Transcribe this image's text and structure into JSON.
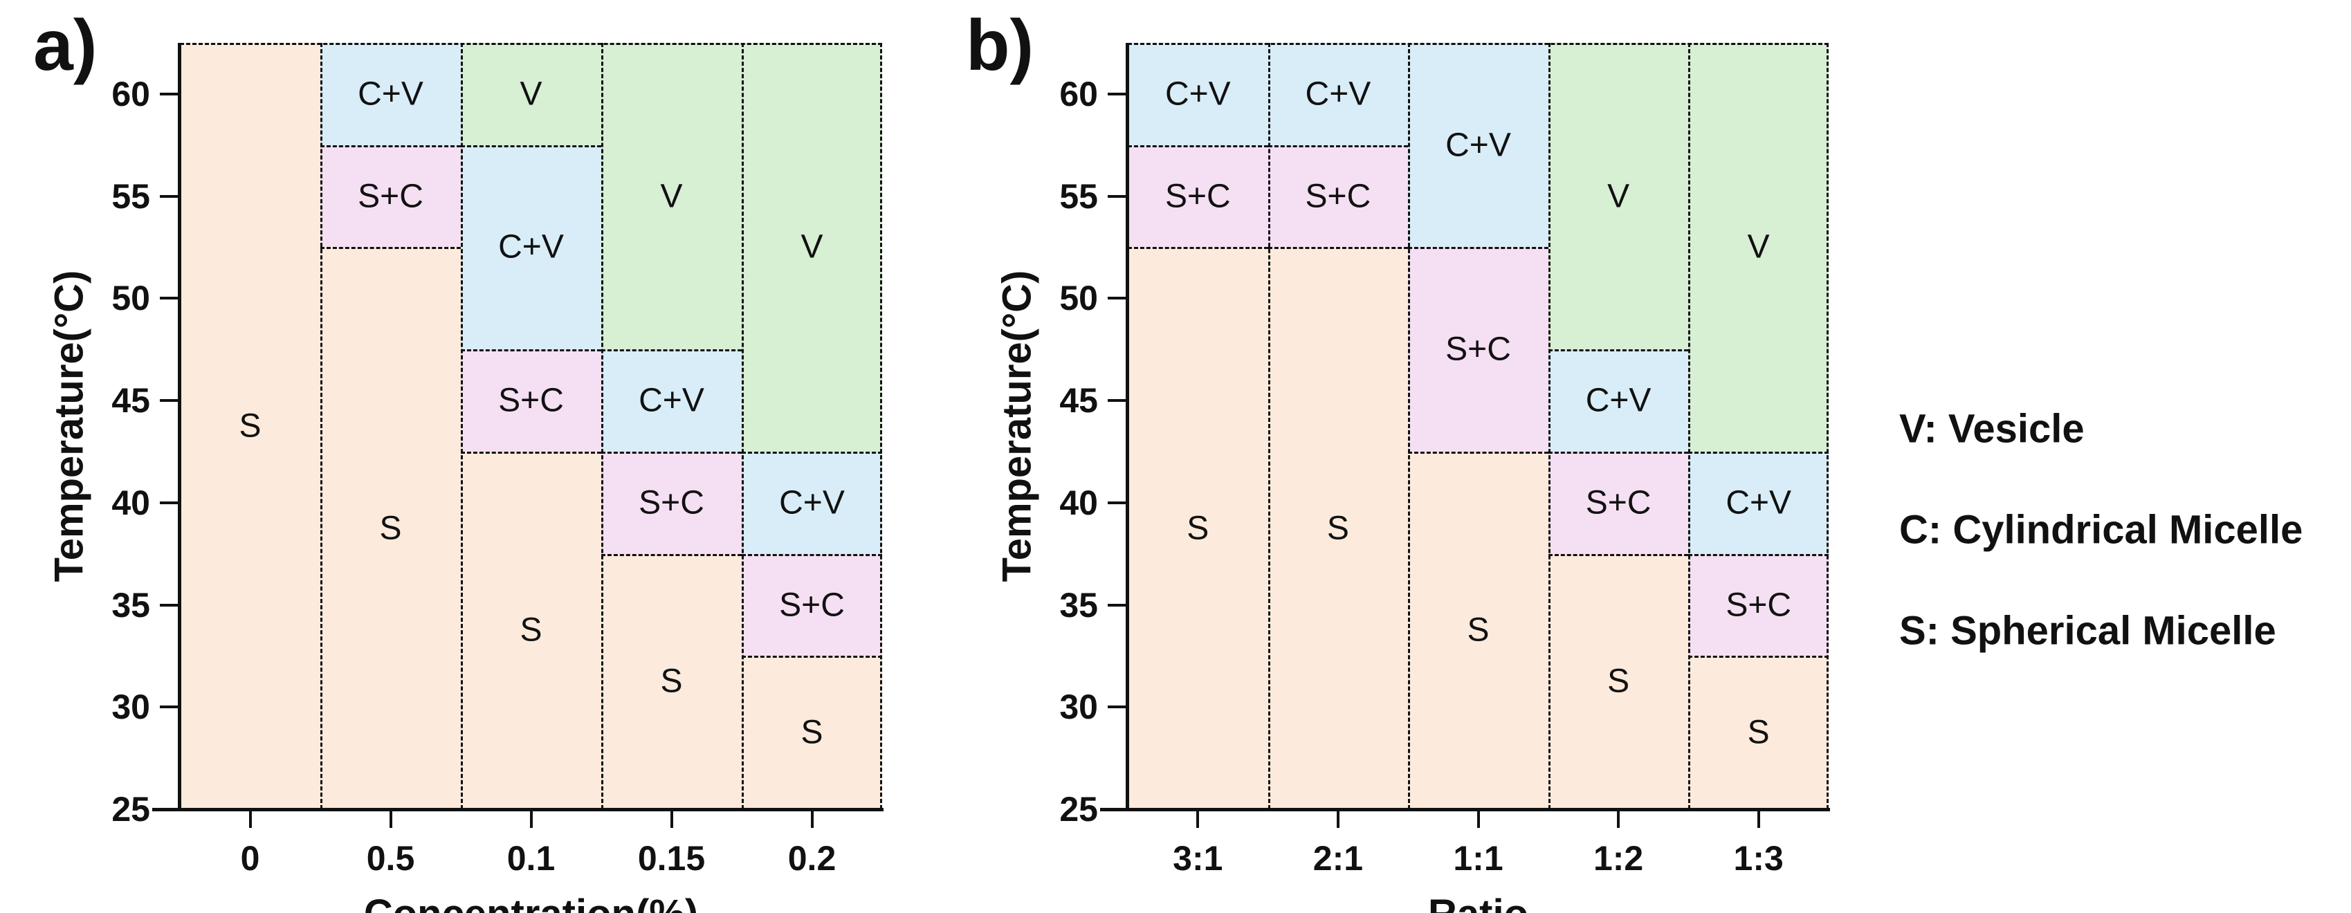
{
  "figure": {
    "background": "#ffffff",
    "line_color": "#111111"
  },
  "colors": {
    "S": "#fcebdc",
    "S+C": "#f5dff2",
    "C+V": "#d8edf8",
    "V": "#d7efd3"
  },
  "legend": {
    "lines": [
      {
        "label": "V: Vesicle"
      },
      {
        "label": "C: Cylindrical Micelle"
      },
      {
        "label": "S: Spherical Micelle"
      }
    ]
  },
  "chart_data": [
    {
      "panel_label": "a)",
      "type": "heatmap",
      "subtype": "phase-diagram-stacked-regions",
      "title": "",
      "xlabel": "Concentration(%)",
      "ylabel": "Temperature(°C)",
      "ylim": [
        25,
        62.5
      ],
      "y_ticks": [
        25,
        30,
        35,
        40,
        45,
        50,
        55,
        60
      ],
      "x_categories": [
        "0",
        "0.5",
        "0.1",
        "0.15",
        "0.2"
      ],
      "columns": [
        {
          "category": "0",
          "regions": [
            {
              "phase": "S",
              "from": 25,
              "to": 62.5
            }
          ]
        },
        {
          "category": "0.5",
          "regions": [
            {
              "phase": "S",
              "from": 25,
              "to": 52.5
            },
            {
              "phase": "S+C",
              "from": 52.5,
              "to": 57.5
            },
            {
              "phase": "C+V",
              "from": 57.5,
              "to": 62.5
            }
          ]
        },
        {
          "category": "0.1",
          "regions": [
            {
              "phase": "S",
              "from": 25,
              "to": 42.5
            },
            {
              "phase": "S+C",
              "from": 42.5,
              "to": 47.5
            },
            {
              "phase": "C+V",
              "from": 47.5,
              "to": 57.5
            },
            {
              "phase": "V",
              "from": 57.5,
              "to": 62.5
            }
          ]
        },
        {
          "category": "0.15",
          "regions": [
            {
              "phase": "S",
              "from": 25,
              "to": 37.5
            },
            {
              "phase": "S+C",
              "from": 37.5,
              "to": 42.5
            },
            {
              "phase": "C+V",
              "from": 42.5,
              "to": 47.5
            },
            {
              "phase": "V",
              "from": 47.5,
              "to": 62.5
            }
          ]
        },
        {
          "category": "0.2",
          "regions": [
            {
              "phase": "S",
              "from": 25,
              "to": 32.5
            },
            {
              "phase": "S+C",
              "from": 32.5,
              "to": 37.5
            },
            {
              "phase": "C+V",
              "from": 37.5,
              "to": 42.5
            },
            {
              "phase": "V",
              "from": 42.5,
              "to": 62.5
            }
          ]
        }
      ]
    },
    {
      "panel_label": "b)",
      "type": "heatmap",
      "subtype": "phase-diagram-stacked-regions",
      "title": "",
      "xlabel": "Ratio",
      "ylabel": "Temperature(°C)",
      "ylim": [
        25,
        62.5
      ],
      "y_ticks": [
        25,
        30,
        35,
        40,
        45,
        50,
        55,
        60
      ],
      "x_categories": [
        "3:1",
        "2:1",
        "1:1",
        "1:2",
        "1:3"
      ],
      "columns": [
        {
          "category": "3:1",
          "regions": [
            {
              "phase": "S",
              "from": 25,
              "to": 52.5
            },
            {
              "phase": "S+C",
              "from": 52.5,
              "to": 57.5
            },
            {
              "phase": "C+V",
              "from": 57.5,
              "to": 62.5
            }
          ]
        },
        {
          "category": "2:1",
          "regions": [
            {
              "phase": "S",
              "from": 25,
              "to": 52.5
            },
            {
              "phase": "S+C",
              "from": 52.5,
              "to": 57.5
            },
            {
              "phase": "C+V",
              "from": 57.5,
              "to": 62.5
            }
          ]
        },
        {
          "category": "1:1",
          "regions": [
            {
              "phase": "S",
              "from": 25,
              "to": 42.5
            },
            {
              "phase": "S+C",
              "from": 42.5,
              "to": 52.5
            },
            {
              "phase": "C+V",
              "from": 52.5,
              "to": 62.5
            }
          ]
        },
        {
          "category": "1:2",
          "regions": [
            {
              "phase": "S",
              "from": 25,
              "to": 37.5
            },
            {
              "phase": "S+C",
              "from": 37.5,
              "to": 42.5
            },
            {
              "phase": "C+V",
              "from": 42.5,
              "to": 47.5
            },
            {
              "phase": "V",
              "from": 47.5,
              "to": 62.5
            }
          ]
        },
        {
          "category": "1:3",
          "regions": [
            {
              "phase": "S",
              "from": 25,
              "to": 32.5
            },
            {
              "phase": "S+C",
              "from": 32.5,
              "to": 37.5
            },
            {
              "phase": "C+V",
              "from": 37.5,
              "to": 42.5
            },
            {
              "phase": "V",
              "from": 42.5,
              "to": 62.5
            }
          ]
        }
      ]
    }
  ]
}
